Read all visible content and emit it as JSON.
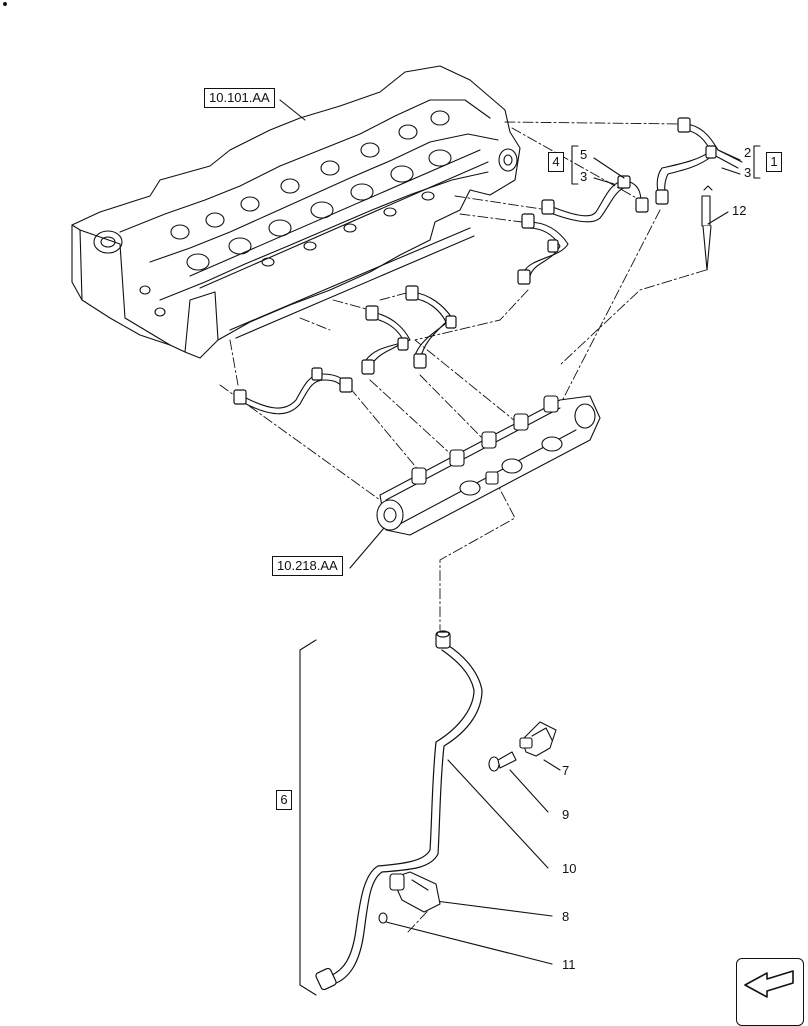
{
  "references": {
    "cylinder_head": "10.101.AA",
    "fuel_rail": "10.218.AA"
  },
  "group_boxes": {
    "set_1": "1",
    "set_4": "4",
    "set_6": "6"
  },
  "callouts": {
    "c2": "2",
    "c3_right": "3",
    "c5": "5",
    "c3_left": "3",
    "c12": "12",
    "c7": "7",
    "c9": "9",
    "c10": "10",
    "c8": "8",
    "c11": "11"
  },
  "icons": {
    "corner_marker": "dot-mark",
    "navigation": "page-arrow-icon"
  }
}
